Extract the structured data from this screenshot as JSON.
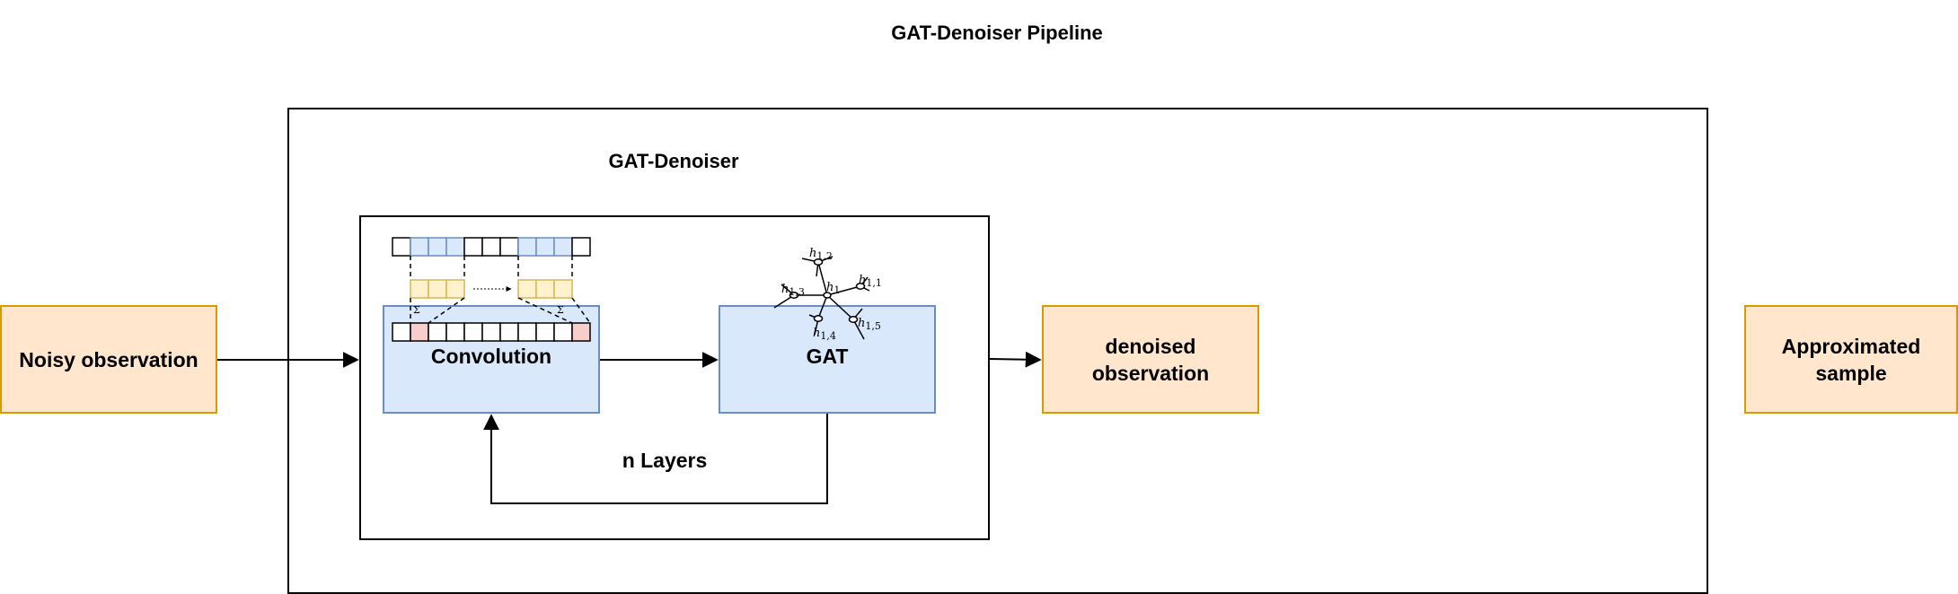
{
  "diagram": {
    "title": "GAT-Denoiser Pipeline",
    "outer_label": "GAT-Denoiser",
    "inner_label": "n Layers",
    "nodes": {
      "noisy_observation": "Noisy observation",
      "convolution": "Convolution",
      "gat": "GAT",
      "denoised_observation": "denoised observation",
      "approximated_sample": "Approximated sample"
    },
    "graph_labels": {
      "center": "h1",
      "n1": "h1,1",
      "n2": "h1,2",
      "n3": "h1,3",
      "n4": "h1,4",
      "n5": "h1,5"
    },
    "sum_symbol": "Σ",
    "colors": {
      "orange_fill": "#ffe6cc",
      "orange_border": "#d79b00",
      "blue_fill": "#dae8fc",
      "blue_border": "#6c8ebf",
      "kernel_fill": "#fff2cc",
      "kernel_border": "#d6b656",
      "highlight_red": "#f8cecc"
    },
    "icons": [
      "arrow-right-icon",
      "arrow-up-icon"
    ]
  }
}
